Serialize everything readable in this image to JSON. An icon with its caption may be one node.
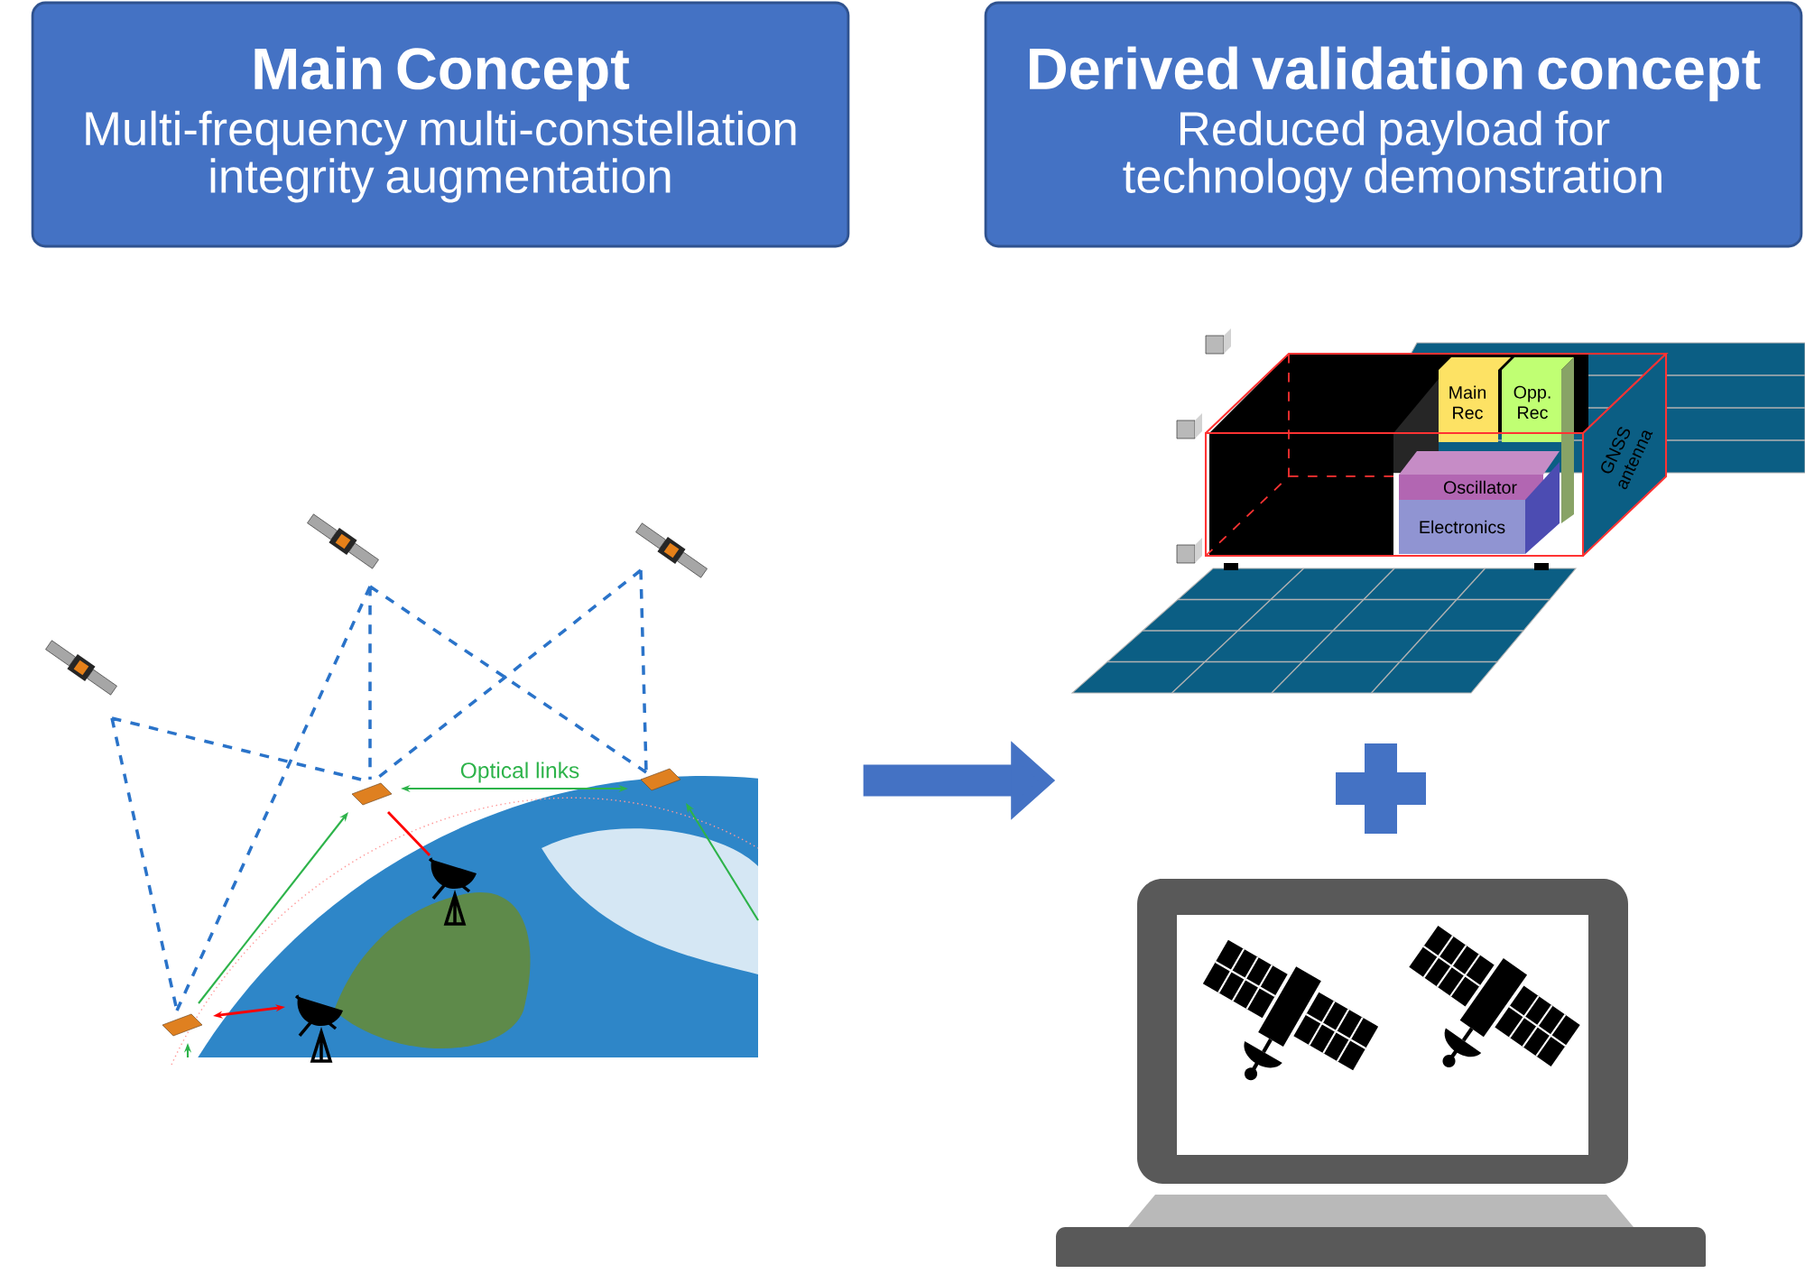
{
  "diagram": {
    "nodes": [
      {
        "text": [
          "Main Concept",
          "Multi-frequency multi-constellation integrity augmentation"
        ]
      },
      {
        "text": [
          "Derived validation concept",
          "Reduced payload for technology demonstration"
        ]
      },
      {
        "text": [],
        "shape": "picture"
      },
      {
        "text": [],
        "shape": "picture"
      },
      {
        "text": [
          "Main Rec"
        ],
        "in": 3
      },
      {
        "text": [
          "Opp. Rec"
        ],
        "in": 3
      },
      {
        "text": [
          "Oscillator"
        ],
        "in": 3
      },
      {
        "text": [
          "Electronics"
        ],
        "in": 3
      },
      {
        "text": [
          "GNSS antenna"
        ],
        "in": 3
      }
    ],
    "edges": [
      {
        "from": 2,
        "to": 3,
        "arrow": "to"
      }
    ],
    "labels": [
      "Optical links"
    ]
  }
}
